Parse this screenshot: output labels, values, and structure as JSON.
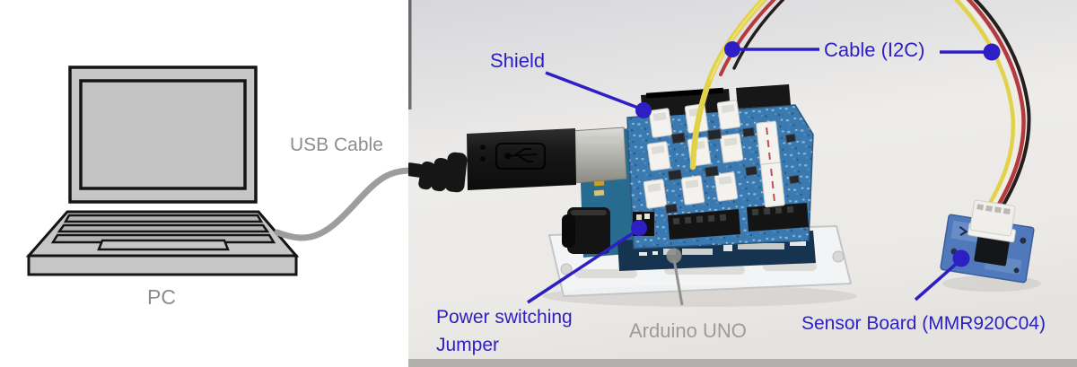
{
  "figure": {
    "pc": {
      "label": "PC"
    },
    "usb_cable": {
      "label": "USB Cable"
    },
    "shield": {
      "label": "Shield"
    },
    "cable_i2c": {
      "label": "Cable (I2C)"
    },
    "power_jumper": {
      "line1": "Power switching",
      "line2": "Jumper"
    },
    "arduino": {
      "label": "Arduino UNO"
    },
    "sensor_board": {
      "label": "Sensor Board (MMR920C04)"
    }
  },
  "colors": {
    "annotation_blue": "#2e1fc4",
    "label_gray": "#8d8d8b",
    "arduino_label_gray": "#9c9c9a",
    "laptop_gray": "#c6c6c6",
    "shield_pcb_blue": "#3b7ab1",
    "arduino_pcb_blue": "#276b91",
    "arduino_edge_navy": "#16344f",
    "sensor_pcb_blue": "#4f79bb",
    "wire_yellow": "#e2d24a",
    "wire_white": "#efede2",
    "wire_red": "#b43a40",
    "wire_black": "#241f1c",
    "photo_background": "#ebe9e6"
  }
}
